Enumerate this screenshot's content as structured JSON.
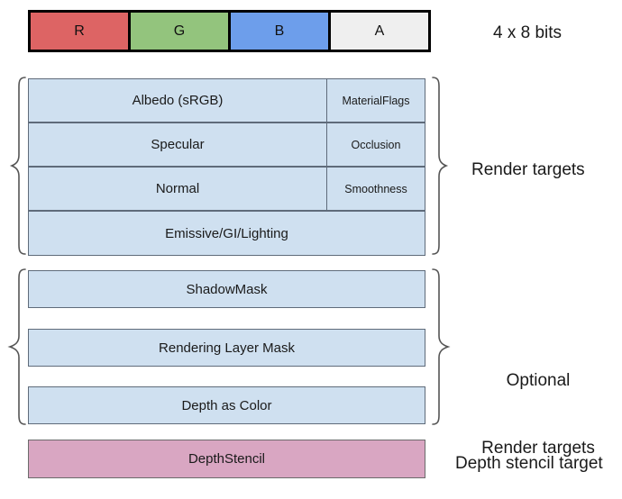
{
  "channel_bar": {
    "name": "rgba-channel-bar",
    "cells": [
      {
        "label": "R",
        "color": "#dd6464"
      },
      {
        "label": "G",
        "color": "#93c47d"
      },
      {
        "label": "B",
        "color": "#6d9eeb"
      },
      {
        "label": "A",
        "color": "#efefef"
      }
    ],
    "caption": "4 x 8 bits"
  },
  "render_targets": {
    "caption": "Render targets",
    "box_color": "#cfe0f0",
    "rows": [
      {
        "main": "Albedo (sRGB)",
        "alpha": "MaterialFlags"
      },
      {
        "main": "Specular",
        "alpha": "Occlusion"
      },
      {
        "main": "Normal",
        "alpha": "Smoothness"
      },
      {
        "main": "Emissive/GI/Lighting",
        "alpha": null
      }
    ]
  },
  "optional_render_targets": {
    "caption_line1": "Optional",
    "caption_line2": "Render targets",
    "box_color": "#cfe0f0",
    "boxes": [
      {
        "label": "ShadowMask"
      },
      {
        "label": "Rendering Layer Mask"
      },
      {
        "label": "Depth as Color"
      }
    ]
  },
  "depth_stencil": {
    "label": "DepthStencil",
    "caption": "Depth stencil target",
    "box_color": "#d9a6c2"
  }
}
